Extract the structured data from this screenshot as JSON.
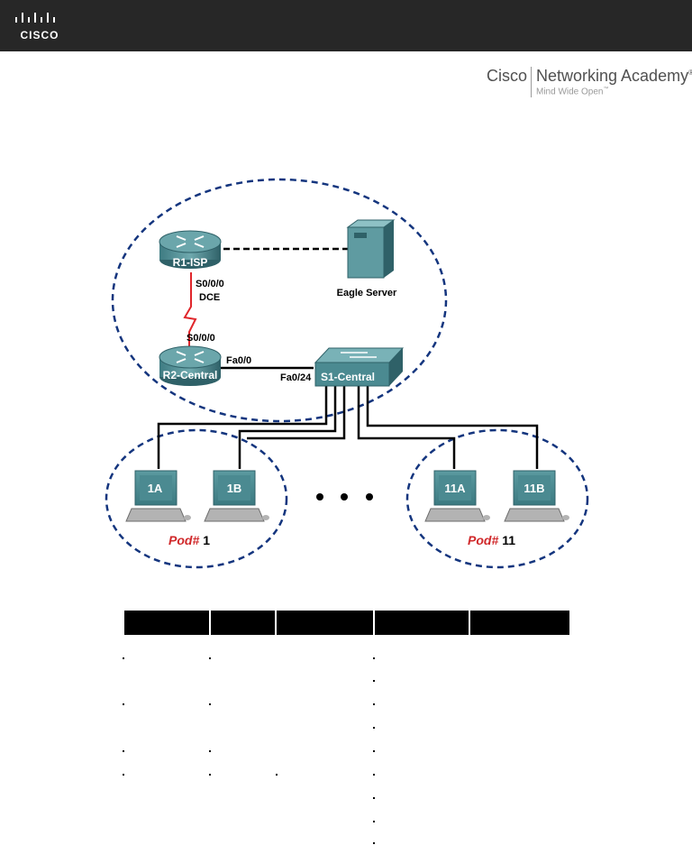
{
  "header": {
    "brand": "CISCO"
  },
  "academy": {
    "cisco": "Cisco",
    "networking_academy": "Networking Academy",
    "registered": "®",
    "tagline": "Mind Wide Open",
    "trademark": "™"
  },
  "diagram": {
    "r1": {
      "label": "R1-ISP",
      "serial_port": "S0/0/0",
      "dce": "DCE"
    },
    "r2": {
      "label": "R2-Central",
      "serial_port": "S0/0/0",
      "fa_port": "Fa0/0"
    },
    "switch": {
      "label": "S1-Central",
      "port": "Fa0/24"
    },
    "server": {
      "label": "Eagle Server"
    },
    "pods": [
      {
        "prefix": "Pod#",
        "number": "1",
        "hosts": [
          "1A",
          "1B"
        ]
      },
      {
        "prefix": "Pod#",
        "number": "11",
        "hosts": [
          "11A",
          "11B"
        ]
      }
    ],
    "colors": {
      "dashed": "#14357e",
      "serial_link": "#e0262b",
      "device": "#4b8a91",
      "pod_prefix": "#d0282a"
    }
  }
}
